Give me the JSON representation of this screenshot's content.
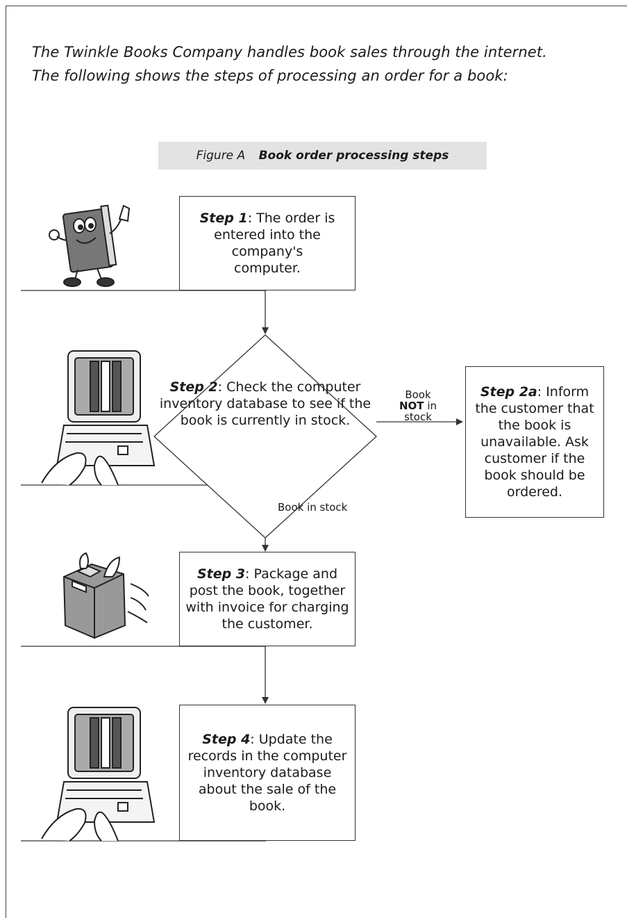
{
  "intro": {
    "line1": "The Twinkle Books Company handles book sales through the internet.",
    "line2": "The following shows the steps of processing an order for a book:"
  },
  "figure": {
    "number": "Figure A",
    "title": "Book order processing steps"
  },
  "steps": {
    "step1": {
      "name": "Step 1",
      "text": ": The order is entered into the company's computer."
    },
    "step2": {
      "name": "Step 2",
      "text": ": Check the computer inventory database to see if the book is currently in stock."
    },
    "step2a": {
      "name": "Step 2a",
      "text": ": Inform the customer that the book is unavailable. Ask customer if the book should be ordered."
    },
    "step3": {
      "name": "Step 3",
      "text": ": Package and post the book, together with invoice for charging the customer."
    },
    "step4": {
      "name": "Step 4",
      "text": ": Update the records in the computer inventory database about the sale of the book."
    }
  },
  "edges": {
    "not_in_stock_1": "Book",
    "not_in_stock_2": "NOT",
    "not_in_stock_3": "in",
    "not_in_stock_4": "stock",
    "in_stock": "Book in stock"
  },
  "icons": {
    "step1": "book-mascot-icon",
    "step2": "computer-terminal-icon",
    "step3": "flying-parcel-icon",
    "step4": "computer-terminal-icon"
  },
  "colors": {
    "caption_bg": "#e3e3e3",
    "line": "#333333",
    "text": "#1a1a1a"
  }
}
